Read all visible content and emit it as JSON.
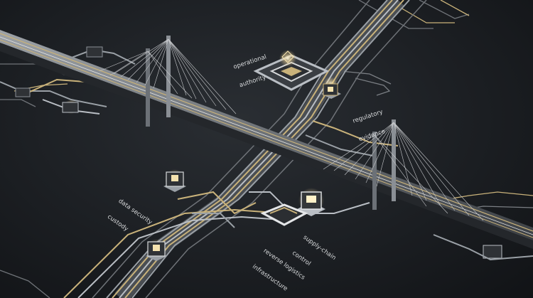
{
  "labels": {
    "operational_authority": [
      "operational",
      "authority"
    ],
    "regulatory_evidence": [
      "regulatory",
      "evidence"
    ],
    "data_security_custody": [
      "data security",
      "custody"
    ],
    "supply_chain_control": [
      "supply-chain",
      "control"
    ],
    "reverse_logistics_infrastructure": [
      "reverse logistics",
      "infrastructure"
    ]
  },
  "colors": {
    "background": "#1c1f23",
    "gold": "#c9b27a",
    "silver": "#b9bec4",
    "glow": "#f4e2ae"
  }
}
